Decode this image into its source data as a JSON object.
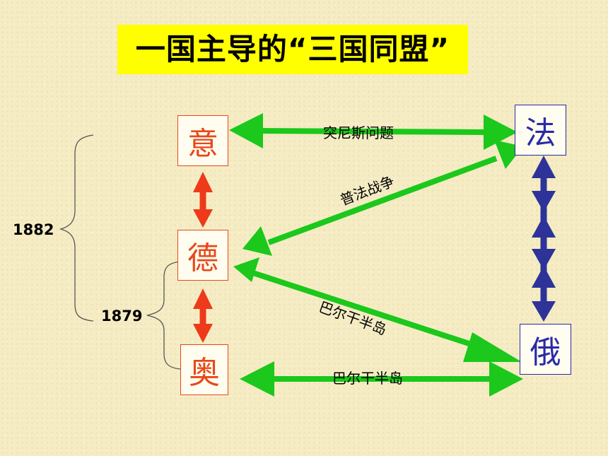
{
  "title": "一国主导的“三国同盟”",
  "nodes": {
    "italy": "意",
    "germany": "德",
    "austria": "奥",
    "france": "法",
    "russia": "俄"
  },
  "relations": {
    "italy_france": "突尼斯问题",
    "germany_france": "普法战争",
    "germany_russia": "巴尔干半岛",
    "austria_russia": "巴尔干半岛"
  },
  "years": {
    "outer": "1882",
    "inner": "1879"
  },
  "colors": {
    "green_arrow": "#1bc81b",
    "red_arrow": "#ee3a1a",
    "blue_arrow": "#2e3399",
    "title_bg": "#ffff00"
  }
}
